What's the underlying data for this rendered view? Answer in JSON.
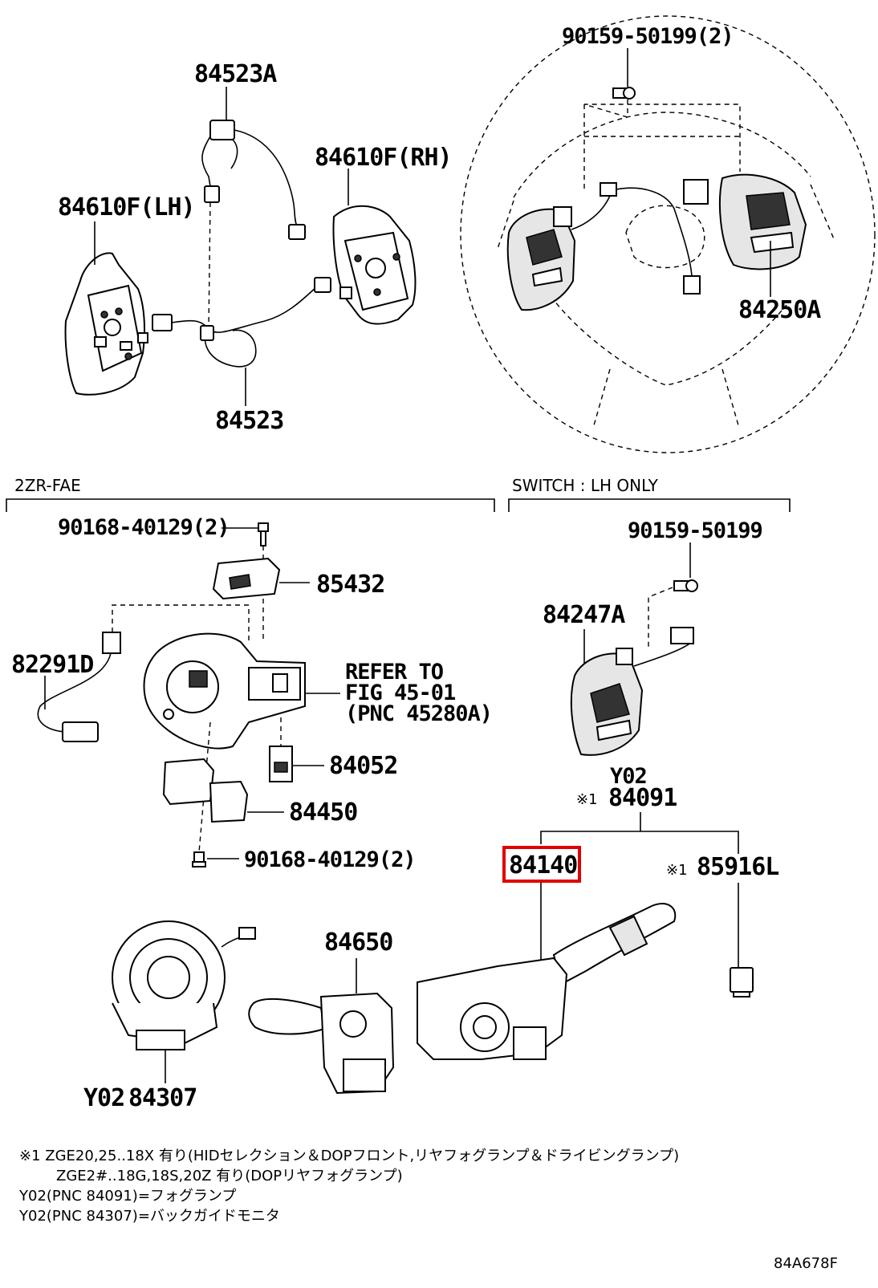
{
  "labels": {
    "top_bolt": "90159-50199(2)",
    "wire_top": "84523A",
    "switch_rh": "84610F(RH)",
    "switch_lh": "84610F(LH)",
    "wire_bottom": "84523",
    "wheel_switch": "84250A",
    "bolt_upper_left": "90168-40129(2)",
    "part_85432": "85432",
    "part_82291d": "82291D",
    "refer_line1": "REFER TO",
    "refer_line2": "FIG 45-01",
    "refer_line3": "(PNC 45280A)",
    "part_84052": "84052",
    "part_84450": "84450",
    "bolt_lower_left": "90168-40129(2)",
    "bolt_right": "90159-50199",
    "part_84247a": "84247A",
    "y02_a": "Y02",
    "note_mark_a": "※1",
    "part_84091": "84091",
    "part_84140": "84140",
    "note_mark_b": "※1",
    "part_85916l": "85916L",
    "part_84650": "84650",
    "y02_b": "Y02",
    "part_84307": "84307"
  },
  "sections": {
    "left": "2ZR-FAE",
    "right": "SWITCH : LH ONLY"
  },
  "highlight": {
    "part": "84140",
    "color": "#e00000"
  },
  "notes": {
    "line1": "※1  ZGE20,25..18X 有り(HIDセレクション＆DOPフロント,リヤフォグランプ＆ドライビングランプ)",
    "line2": "ZGE2#..18G,18S,20Z 有り(DOPリヤフォグランプ)",
    "line3": "Y02(PNC 84091)=フォグランプ",
    "line4": "Y02(PNC 84307)=バックガイドモニタ"
  },
  "figure_code": "84A678F"
}
